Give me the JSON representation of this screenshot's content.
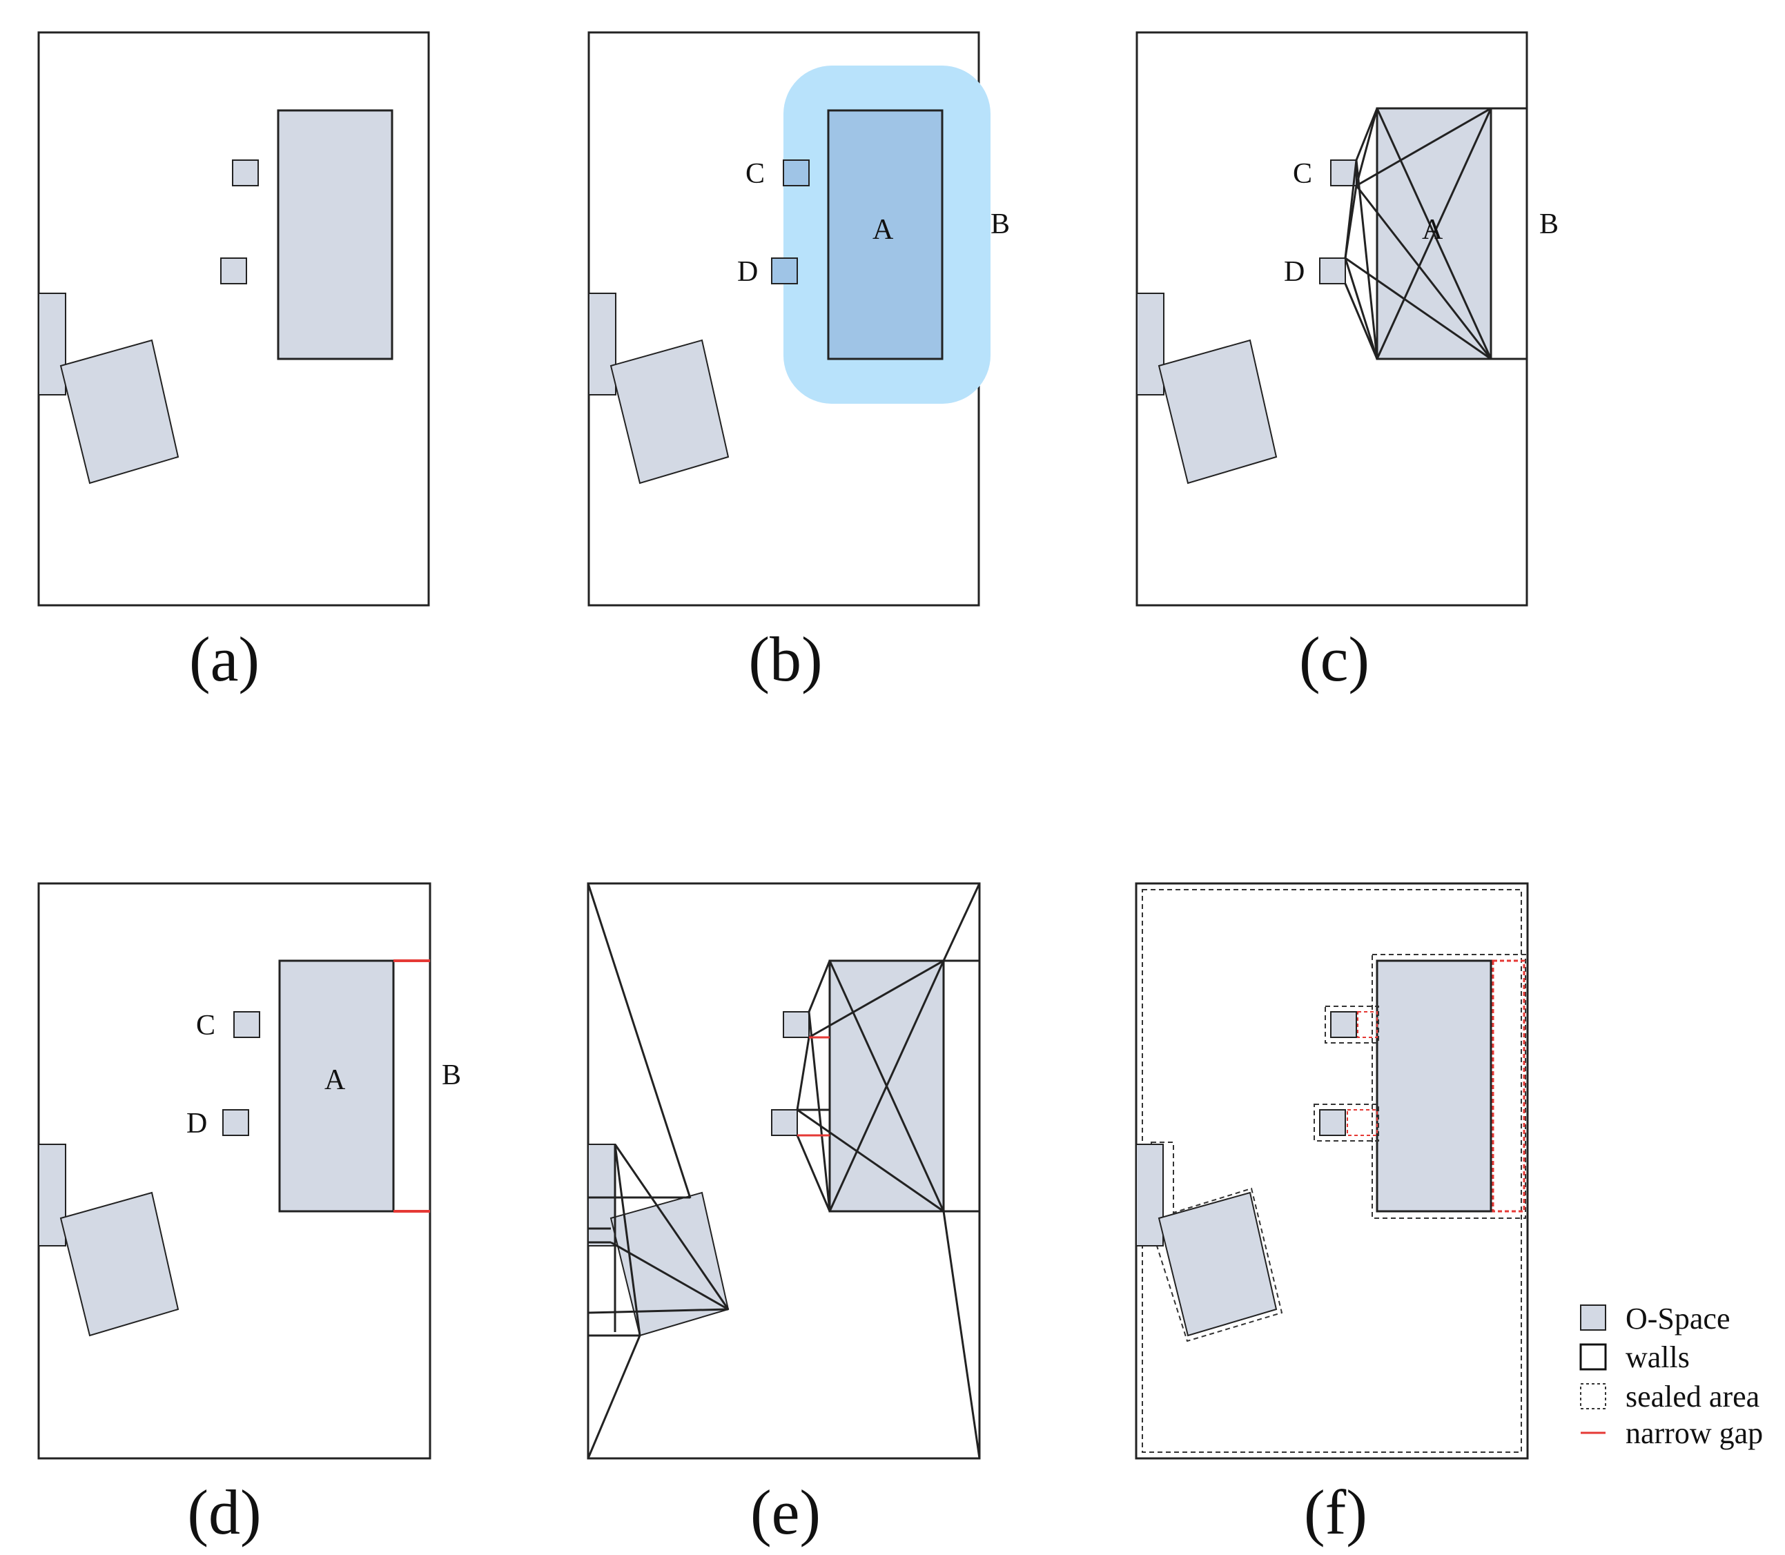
{
  "panels": [
    {
      "id": "a",
      "caption": "(a)"
    },
    {
      "id": "b",
      "caption": "(b)",
      "labels": {
        "C": "C",
        "D": "D",
        "A": "A",
        "B": "B"
      }
    },
    {
      "id": "c",
      "caption": "(c)",
      "labels": {
        "C": "C",
        "D": "D",
        "A": "A",
        "B": "B"
      }
    },
    {
      "id": "d",
      "caption": "(d)",
      "labels": {
        "C": "C",
        "D": "D",
        "A": "A",
        "B": "B"
      }
    },
    {
      "id": "e",
      "caption": "(e)"
    },
    {
      "id": "f",
      "caption": "(f)"
    }
  ],
  "legend": {
    "items": [
      {
        "label": "O-Space",
        "symbol": "filled-square"
      },
      {
        "label": "walls",
        "symbol": "outline-square"
      },
      {
        "label": "sealed area",
        "symbol": "dotted-square"
      },
      {
        "label": "narrow gap",
        "symbol": "red-line"
      }
    ]
  },
  "colors": {
    "ospace": "#d3d9e4",
    "wall": "#222222",
    "halo": "#b8e2fb",
    "halo_inner": "#9fc4e6",
    "gap": "#e53935"
  }
}
